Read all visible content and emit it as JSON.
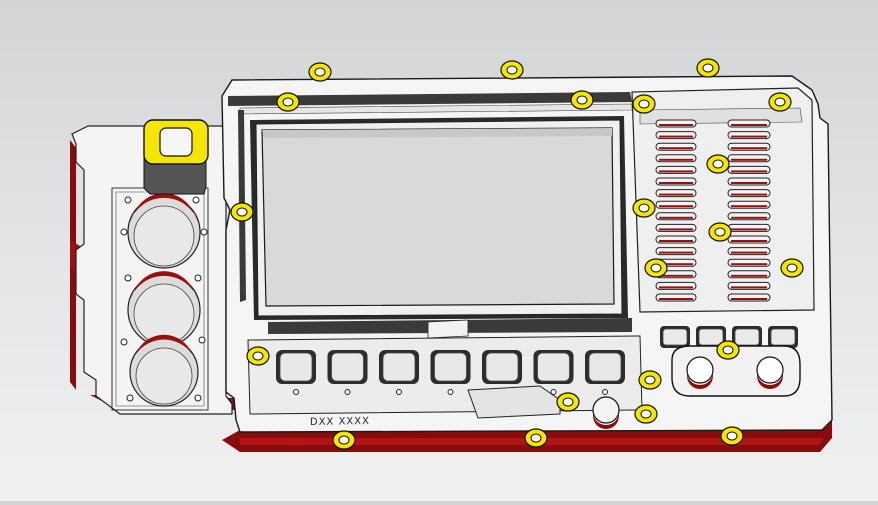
{
  "part": {
    "engraving": "DXX XXXX",
    "colors": {
      "background_top": "#d2d4d6",
      "background_bottom": "#f1f1f2",
      "body": "#f4f4f4",
      "body_edge": "#1e1e1e",
      "side_wall": "#8a0b0b",
      "pocket": "#e6e6e6",
      "highlight_yellow": "#f5e600"
    },
    "features": {
      "mounting_holes": "yellow-ringed-holes",
      "spring_contacts": "two-columns",
      "large_pockets": 3,
      "key_pockets_bottom": 7,
      "key_pockets_right": 4
    }
  }
}
